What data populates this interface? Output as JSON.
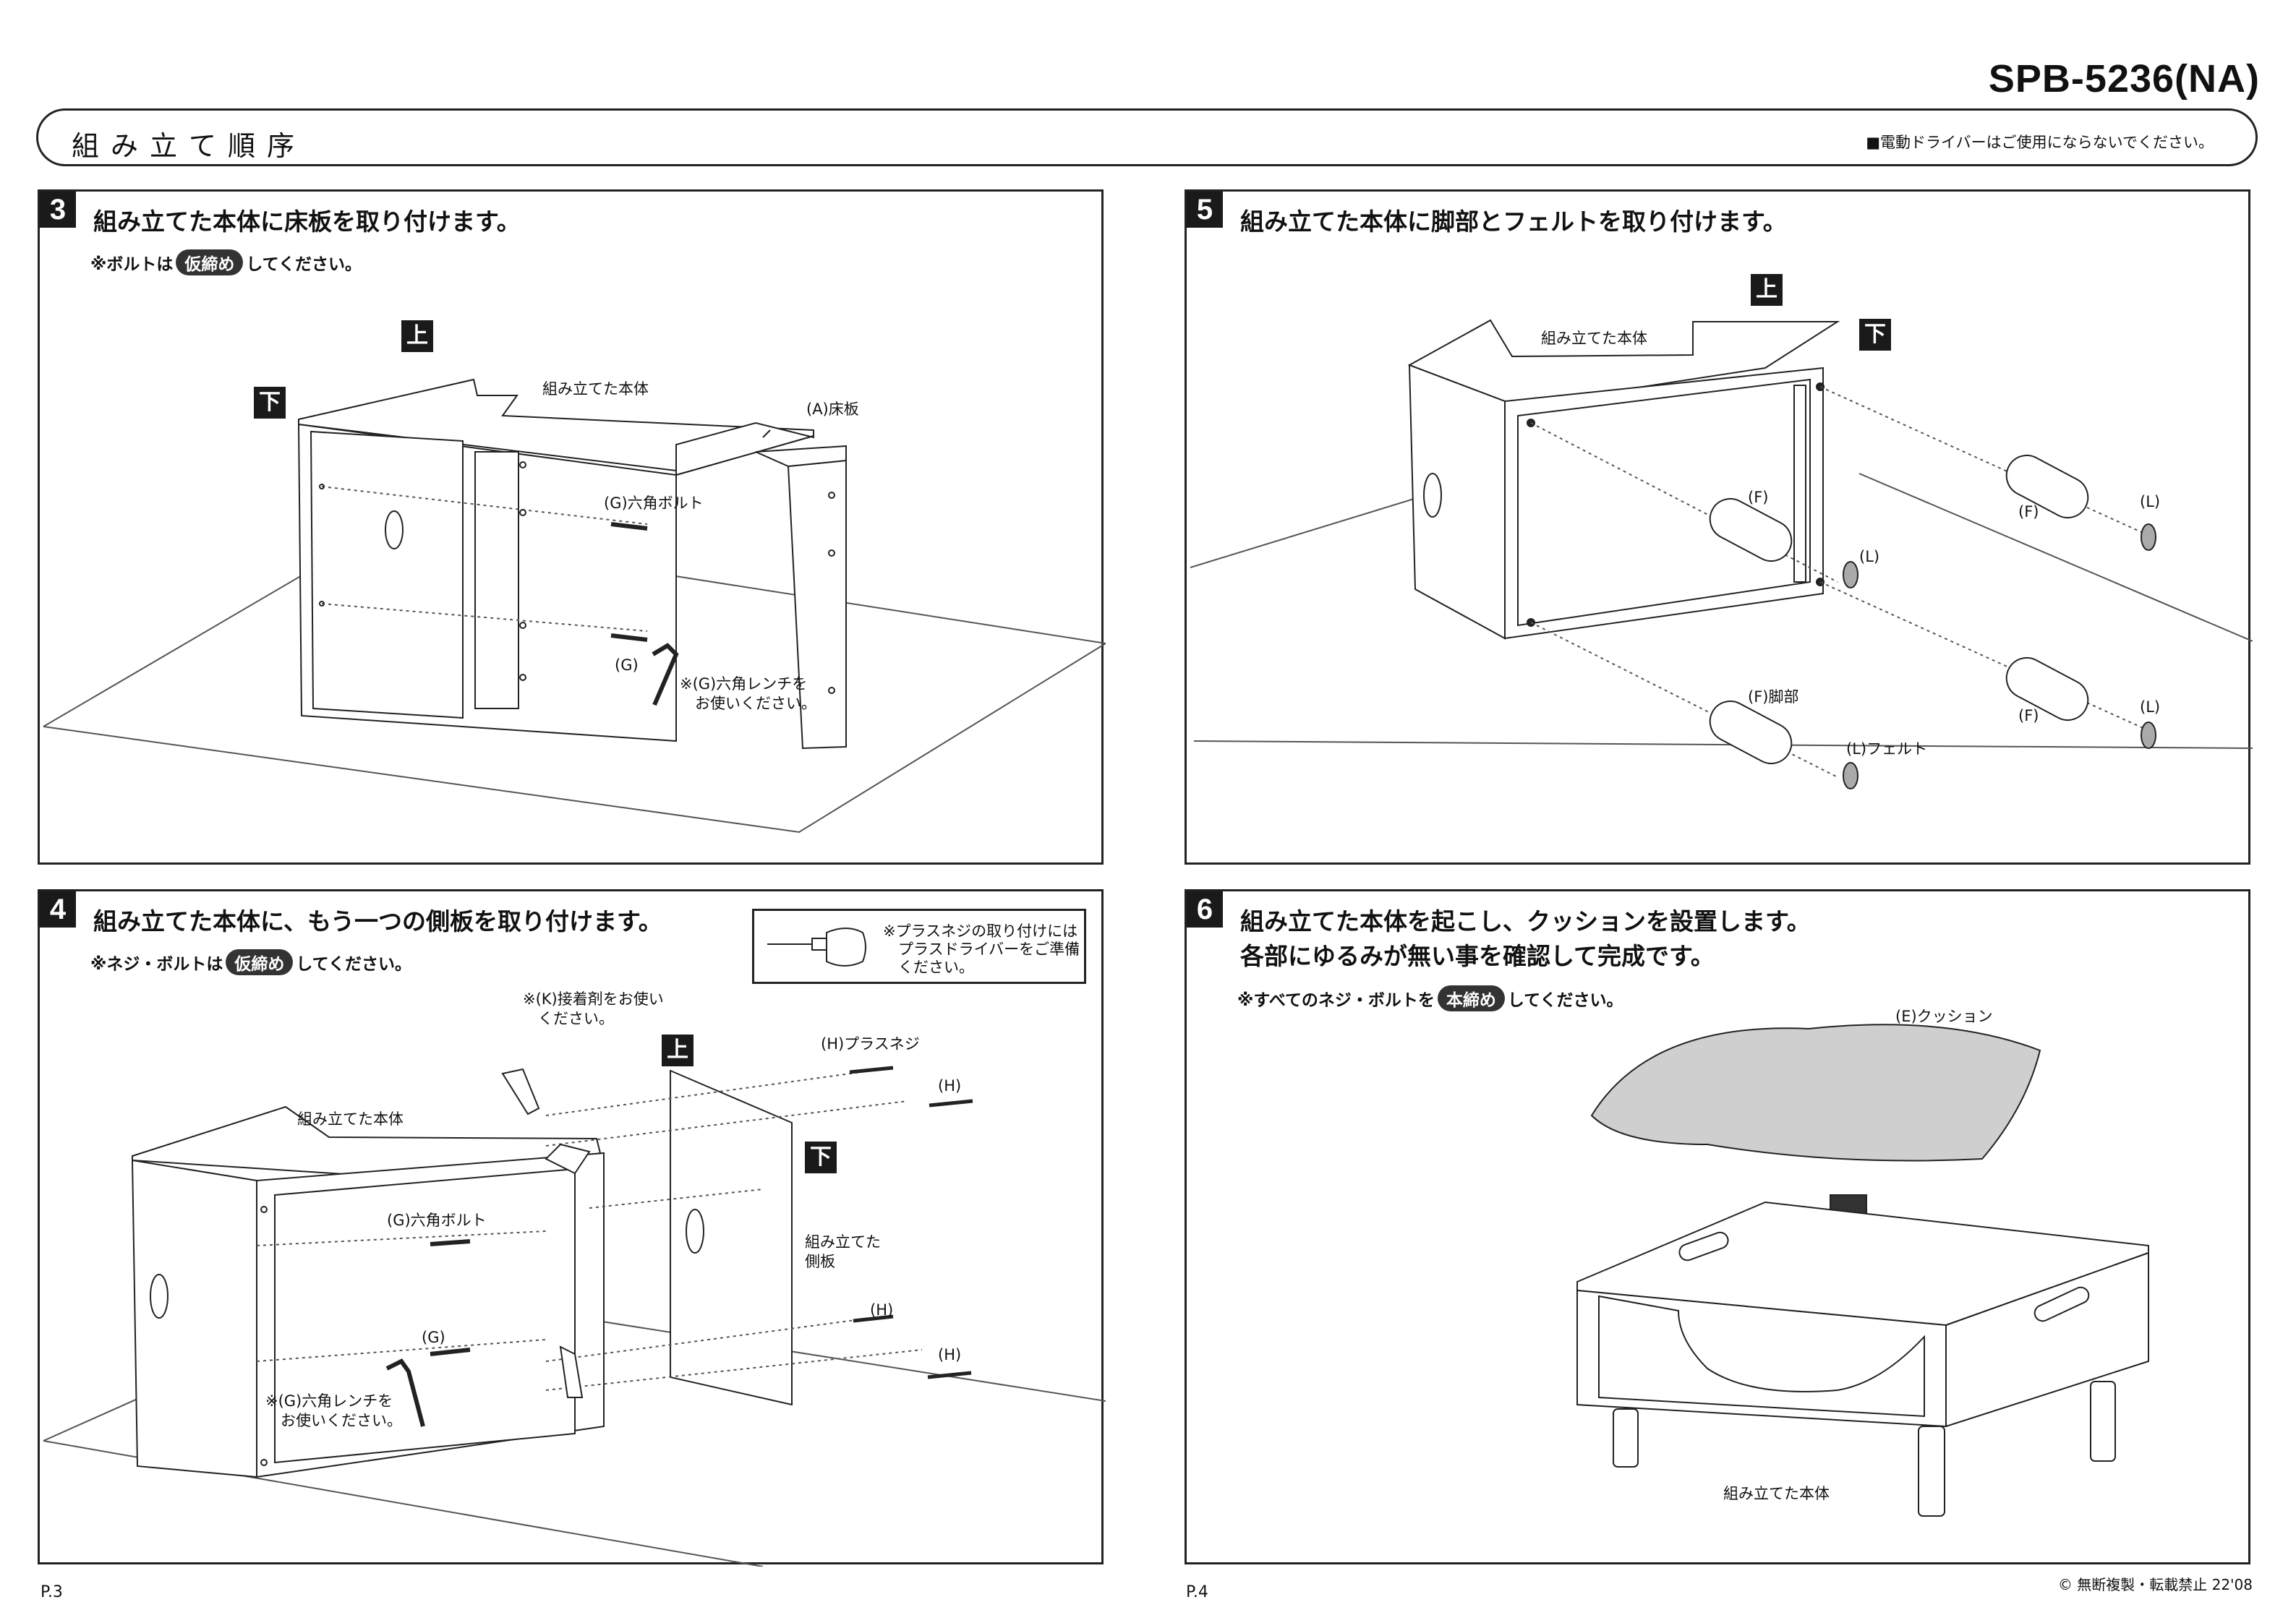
{
  "header": {
    "model": "SPB-5236(NA)",
    "section_title": "組み立て順序",
    "caution": "■電動ドライバーはご使用にならないでください。"
  },
  "steps": [
    {
      "number": "3",
      "heading": "組み立てた本体に床板を取り付けます。",
      "note_before": "※ボルトは",
      "note_badge": "仮締め",
      "note_after": "してください。",
      "labels": {
        "up": "上",
        "down": "下",
        "body": "組み立てた本体",
        "floor_board": "(A)床板",
        "hex_bolt": "(G)六角ボルト",
        "g": "(G)",
        "wrench": "※(G)六角レンチを\n　お使いください。"
      }
    },
    {
      "number": "4",
      "heading": "組み立てた本体に、もう一つの側板を取り付けます。",
      "note_before": "※ネジ・ボルトは",
      "note_badge": "仮締め",
      "note_after": "してください。",
      "tip": "※プラスネジの取り付けには\n　プラスドライバーをご準備\n　ください。",
      "labels": {
        "glue": "※(K)接着剤をお使い\n　ください。",
        "up": "上",
        "down": "下",
        "plus_screw": "(H)プラスネジ",
        "h1": "(H)",
        "h2": "(H)",
        "h3": "(H)",
        "body": "組み立てた本体",
        "hex_bolt": "(G)六角ボルト",
        "g": "(G)",
        "side_board": "組み立てた\n側板",
        "wrench": "※(G)六角レンチを\n　お使いください。"
      }
    },
    {
      "number": "5",
      "heading": "組み立てた本体に脚部とフェルトを取り付けます。",
      "labels": {
        "up": "上",
        "down": "下",
        "body": "組み立てた本体",
        "f1": "(F)",
        "f2": "(F)",
        "f3": "(F)",
        "leg": "(F)脚部",
        "l1": "(L)",
        "l2": "(L)",
        "l3": "(L)",
        "felt": "(L)フェルト"
      }
    },
    {
      "number": "6",
      "heading_line1": "組み立てた本体を起こし、クッションを設置します。",
      "heading_line2": "各部にゆるみが無い事を確認して完成です。",
      "note_before": "※すべてのネジ・ボルトを",
      "note_badge": "本締め",
      "note_after": "してください。",
      "labels": {
        "cushion": "(E)クッション",
        "body": "組み立てた本体"
      }
    }
  ],
  "footer": {
    "page_left": "P.3",
    "page_right": "P.4",
    "copyright": "© 無断複製・転載禁止 22'08"
  }
}
